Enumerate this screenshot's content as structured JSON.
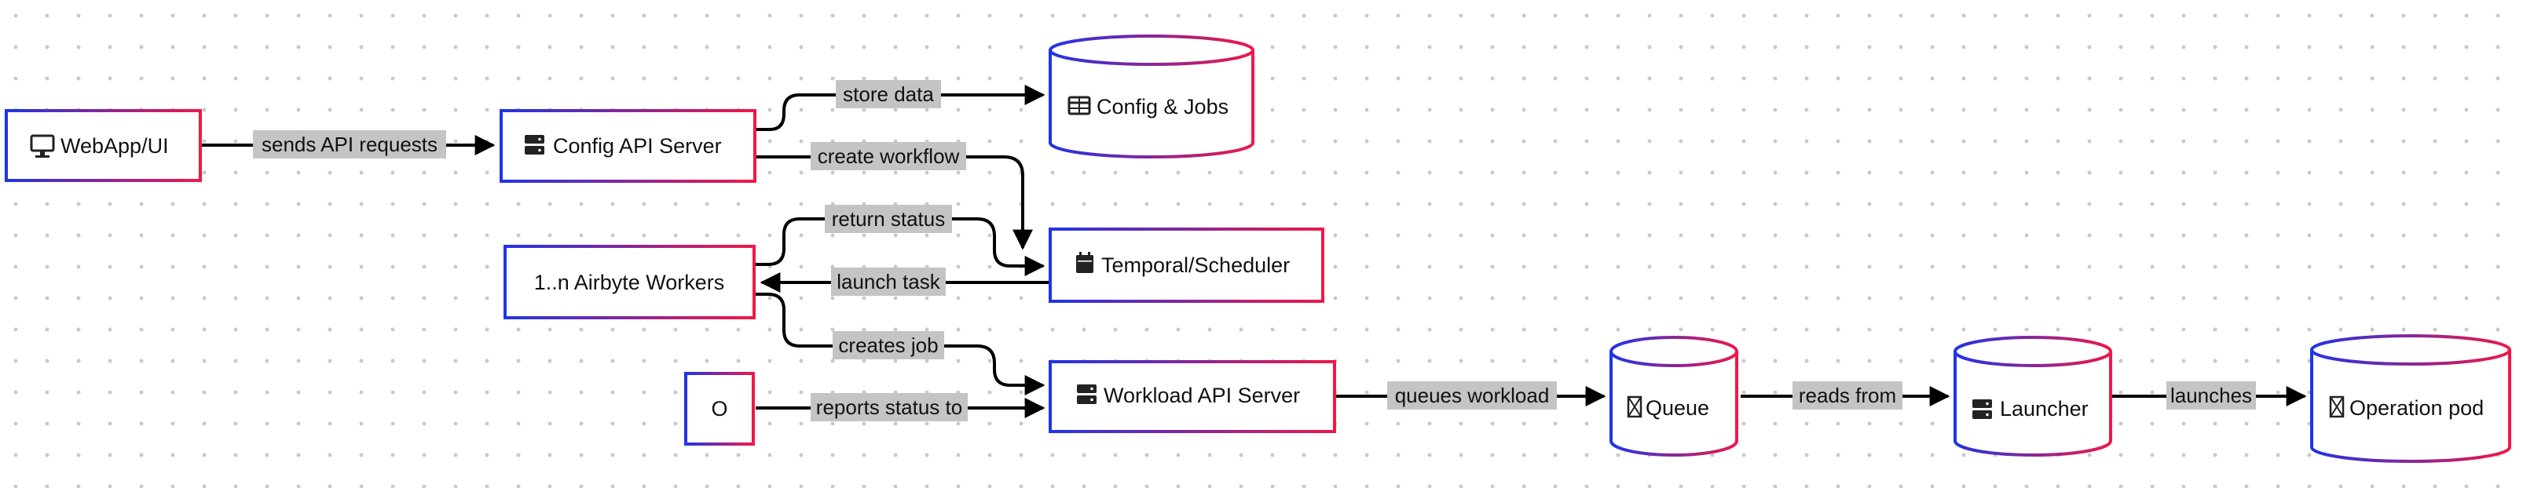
{
  "colors": {
    "gradient_start": "#1f34e6",
    "gradient_end": "#f01848",
    "edge": "#000000",
    "label_background": "#c4c4c4"
  },
  "nodes": {
    "webapp": {
      "label": "WebApp/UI",
      "icon": "monitor-icon"
    },
    "config_api": {
      "label": "Config API Server",
      "icon": "server-icon"
    },
    "config_jobs": {
      "label": "Config & Jobs",
      "icon": "table-icon"
    },
    "temporal": {
      "label": "Temporal/Scheduler",
      "icon": "calendar-icon"
    },
    "workers": {
      "label": "1..n Airbyte Workers"
    },
    "o": {
      "label": "O"
    },
    "workload_api": {
      "label": "Workload API Server",
      "icon": "server-icon"
    },
    "queue": {
      "label": "Queue",
      "icon": "missing-glyph-icon"
    },
    "launcher": {
      "label": "Launcher",
      "icon": "server-icon"
    },
    "operation_pod": {
      "label": "Operation pod",
      "icon": "missing-glyph-icon"
    }
  },
  "edges": {
    "sends_api_requests": "sends API requests",
    "store_data": "store data",
    "create_workflow": "create workflow",
    "return_status": "return status",
    "launch_task": "launch task",
    "creates_job": "creates job",
    "reports_status_to": "reports status to",
    "queues_workload": "queues workload",
    "reads_from": "reads from",
    "launches": "launches"
  }
}
